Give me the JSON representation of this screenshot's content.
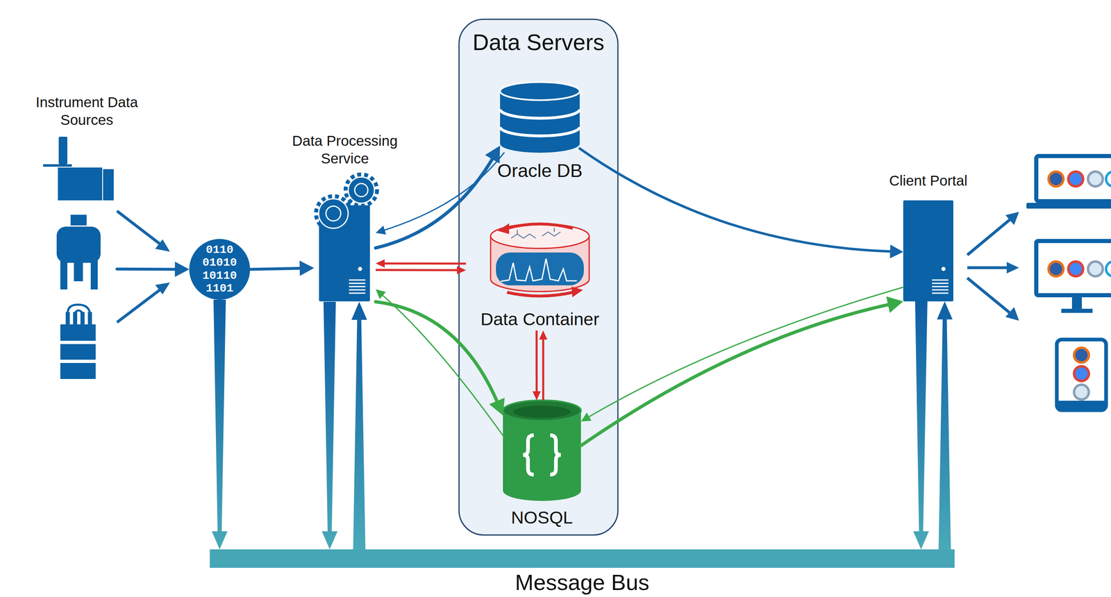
{
  "diagram": {
    "nodes": [
      {
        "text": [
          "Instrument Data Sources"
        ]
      },
      {
        "text": [
          "0110 01010 10110 1101"
        ]
      },
      {
        "text": [
          "Data Processing Service"
        ]
      },
      {
        "text": [
          "Data Servers"
        ]
      },
      {
        "text": [
          "Oracle DB"
        ],
        "in": 3
      },
      {
        "text": [
          "Data Container"
        ],
        "in": 3
      },
      {
        "text": [
          "NOSQL"
        ],
        "in": 3
      },
      {
        "text": [
          "Client Portal"
        ]
      },
      {
        "text": [
          "Message Bus"
        ]
      }
    ],
    "edges": [
      {
        "from": 0,
        "to": 1,
        "arrow": "to"
      },
      {
        "from": 1,
        "to": 2,
        "arrow": "to"
      },
      {
        "from": 1,
        "to": 8,
        "arrow": "to"
      },
      {
        "from": 2,
        "to": 4,
        "arrow": "to"
      },
      {
        "from": 4,
        "to": 2,
        "arrow": "to"
      },
      {
        "from": 2,
        "to": 5,
        "arrow": "both"
      },
      {
        "from": 5,
        "to": 6,
        "arrow": "both"
      },
      {
        "from": 2,
        "to": 6,
        "arrow": "to"
      },
      {
        "from": 6,
        "to": 2,
        "arrow": "to"
      },
      {
        "from": 2,
        "to": 8,
        "arrow": "to"
      },
      {
        "from": 8,
        "to": 2,
        "arrow": "to"
      },
      {
        "from": 4,
        "to": 7,
        "arrow": "to"
      },
      {
        "from": 7,
        "to": 6,
        "arrow": "to"
      },
      {
        "from": 6,
        "to": 7,
        "arrow": "to"
      },
      {
        "from": 7,
        "to": 8,
        "arrow": "to"
      },
      {
        "from": 8,
        "to": 7,
        "arrow": "to"
      }
    ]
  }
}
